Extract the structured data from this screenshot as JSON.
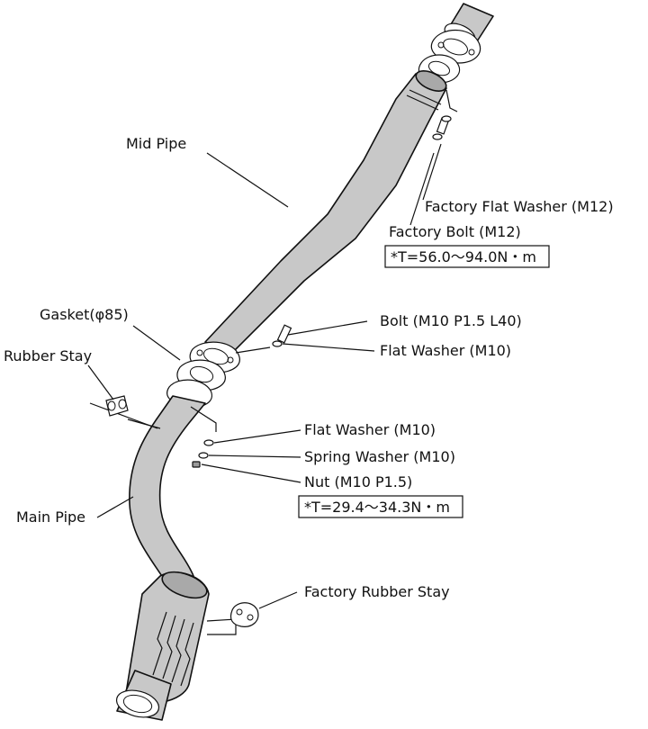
{
  "labels": {
    "mid_pipe": "Mid Pipe",
    "factory_flat_washer": "Factory Flat Washer (M12)",
    "factory_bolt": "Factory Bolt (M12)",
    "factory_bolt_torque": "*T=56.0～94.0N・m",
    "gasket": "Gasket(φ85)",
    "bolt": "Bolt (M10 P1.5 L40)",
    "flat_washer_upper": "Flat Washer (M10)",
    "rubber_stay": "Rubber Stay",
    "flat_washer_lower": "Flat Washer (M10)",
    "spring_washer": "Spring Washer (M10)",
    "nut": "Nut (M10 P1.5)",
    "nut_torque": "*T=29.4～34.3N・m",
    "main_pipe": "Main Pipe",
    "factory_rubber_stay": "Factory Rubber Stay"
  },
  "colors": {
    "pipe_fill": "#c8c8c8",
    "outline": "#111111",
    "background": "#ffffff"
  }
}
